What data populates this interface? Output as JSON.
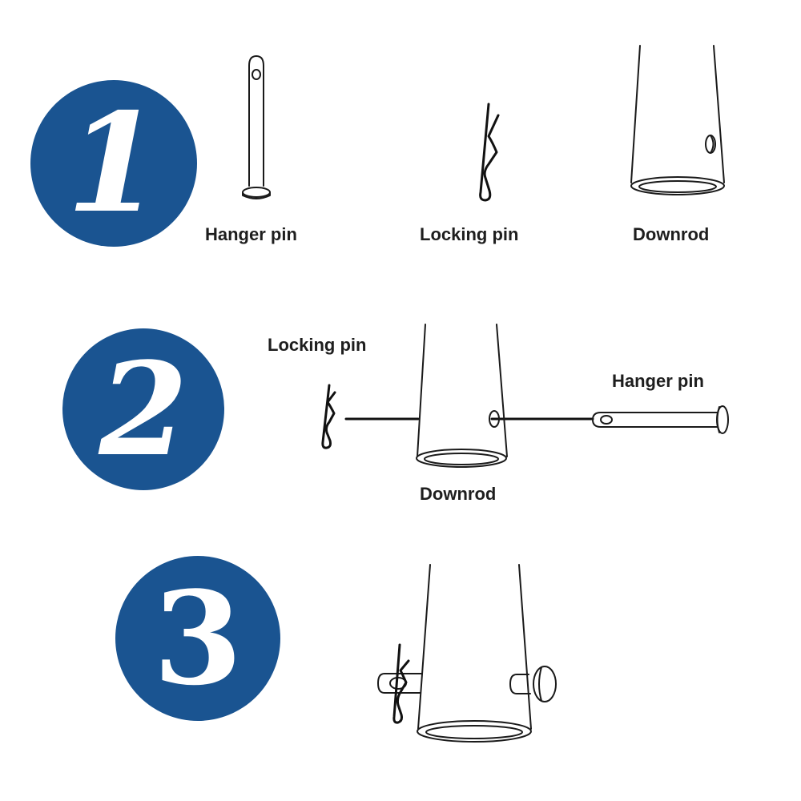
{
  "diagram": {
    "accent_color": "#1a5491",
    "steps": [
      {
        "number": "1",
        "labels": {
          "hanger_pin": "Hanger pin",
          "locking_pin": "Locking pin",
          "downrod": "Downrod"
        }
      },
      {
        "number": "2",
        "labels": {
          "locking_pin": "Locking pin",
          "hanger_pin": "Hanger pin",
          "downrod": "Downrod"
        }
      },
      {
        "number": "3",
        "labels": {}
      }
    ]
  }
}
